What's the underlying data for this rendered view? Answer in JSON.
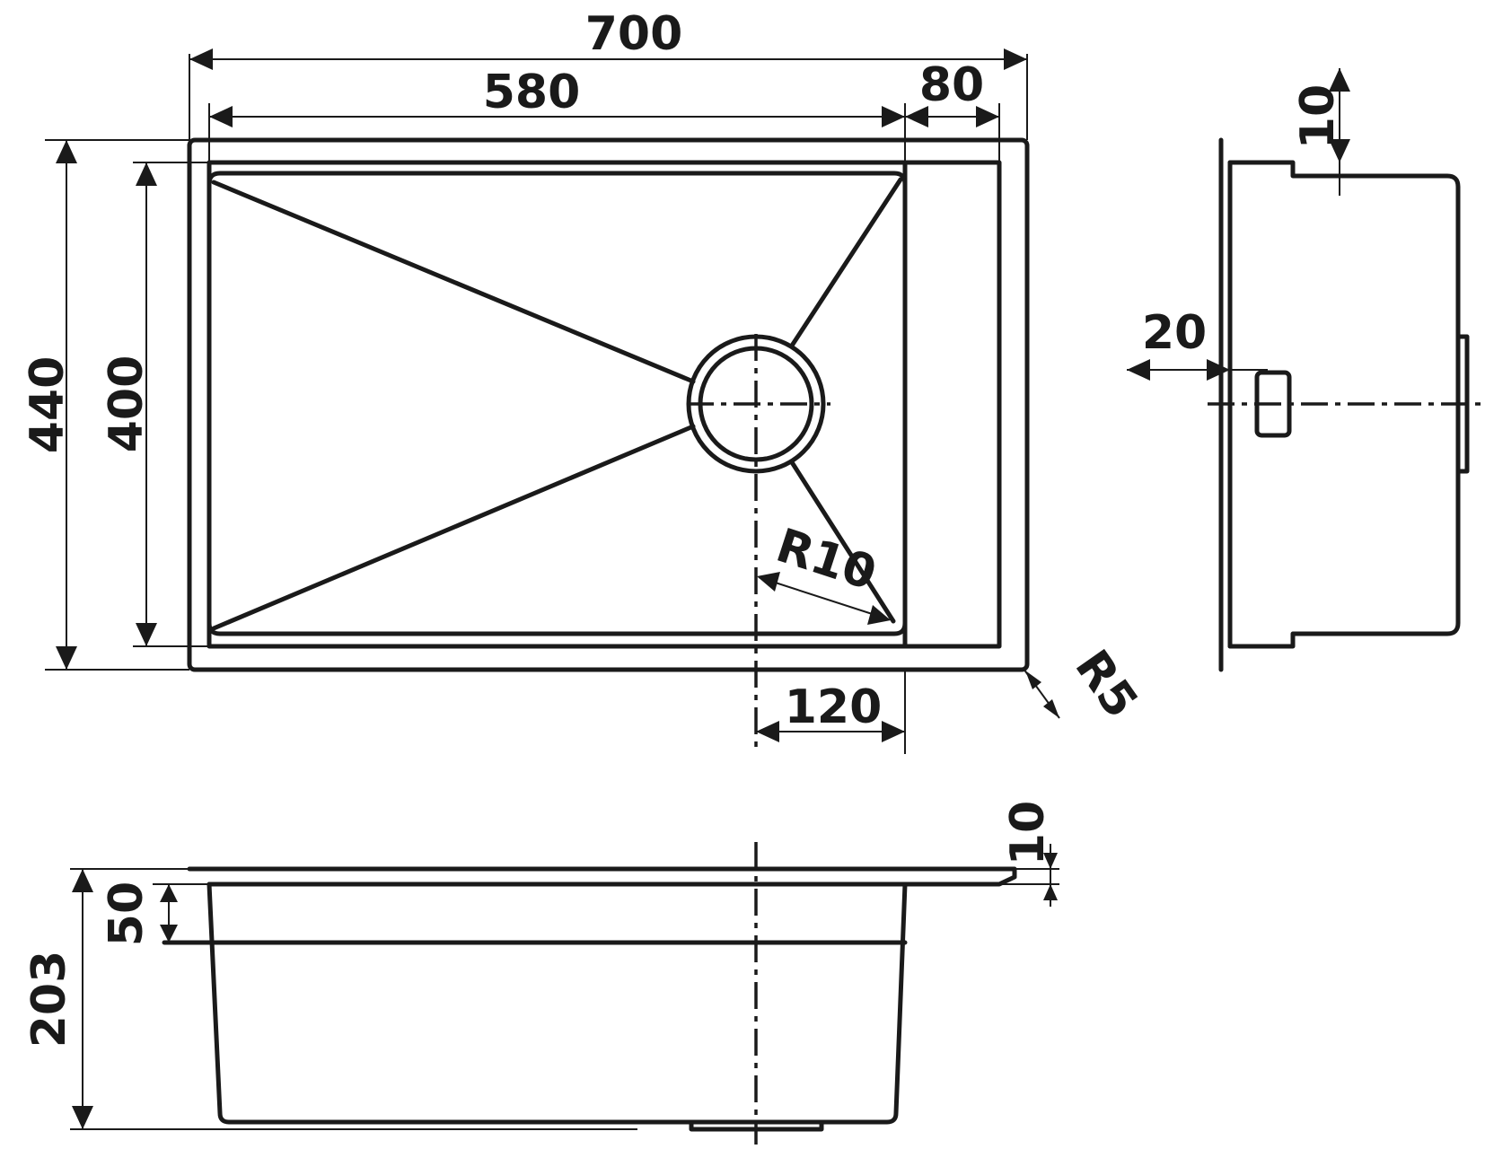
{
  "dimensions": {
    "overall_width": "700",
    "bowl_width": "580",
    "drainboard_width": "80",
    "overall_depth": "440",
    "bowl_depth": "400",
    "drain_offset": "120",
    "inner_radius": "R10",
    "outer_radius": "R5",
    "side_flange_height": "10",
    "side_offset": "20",
    "front_flange_height": "10",
    "total_height": "203",
    "step_height": "50"
  }
}
